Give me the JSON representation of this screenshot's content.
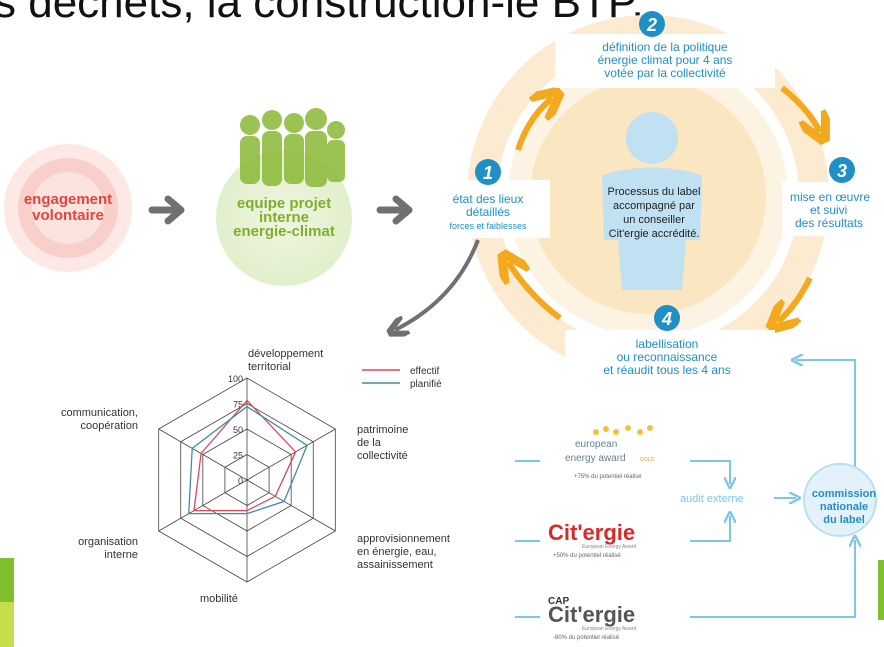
{
  "slide_title": "s déchets, la construction-le BTP.",
  "engagement": {
    "line1": "engagement",
    "line2": "volontaire"
  },
  "equipe": {
    "line1": "equipe projet",
    "line2": "interne",
    "line3": "energie-climat"
  },
  "center_text": [
    "Processus du label",
    "accompagné par",
    "un conseiller",
    "Cit'ergie accrédité."
  ],
  "steps": [
    {
      "num": "1",
      "lines": [
        "état des lieux",
        "détaillés",
        "forces et faiblesses"
      ]
    },
    {
      "num": "2",
      "lines": [
        "définition de la politique",
        "énergie climat pour 4 ans",
        "votée par la collectivité"
      ]
    },
    {
      "num": "3",
      "lines": [
        "mise en œuvre",
        "et suivi",
        "des résultats"
      ]
    },
    {
      "num": "4",
      "lines": [
        "labellisation",
        "ou reconnaissance",
        "et réaudit tous les 4 ans"
      ]
    }
  ],
  "radar": {
    "axes": [
      "développement territorial",
      "patrimoine de la collectivité",
      "approvisionnement en énergie, eau, assainissement",
      "mobilité",
      "organisation interne",
      "communication, coopération"
    ],
    "axis_label_lines": [
      [
        "développement",
        "territorial"
      ],
      [
        "patrimoine",
        "de la",
        "collectivité"
      ],
      [
        "approvisionnement",
        "en énergie, eau,",
        "assainissement"
      ],
      [
        "mobilité"
      ],
      [
        "organisation",
        "interne"
      ],
      [
        "communication,",
        "coopération"
      ]
    ],
    "ticks": [
      "100",
      "75",
      "50",
      "25",
      "0"
    ],
    "max": 100,
    "legend": {
      "effectif": "effectif",
      "planifie": "planifié"
    },
    "series": [
      {
        "name": "effectif",
        "color": "#d9475f",
        "values": [
          78,
          55,
          32,
          30,
          60,
          52
        ]
      },
      {
        "name": "planifié",
        "color": "#3f8fa0",
        "values": [
          72,
          68,
          42,
          33,
          66,
          62
        ]
      }
    ]
  },
  "awards": {
    "eea": {
      "line1": "european",
      "line2": "energy award",
      "gold": "GOLD",
      "pct": "+75% du potentiel réalisé"
    },
    "cit": {
      "brand": "Cit'ergie",
      "sub": "European Energy Award",
      "pct": "+50% du potentiel réalisé"
    },
    "cap": {
      "prefix": "CAP",
      "brand": "Cit'ergie",
      "sub": "European Energy Award",
      "pct": "-60% du potentiel réalisé"
    }
  },
  "audit": "audit externe",
  "commission": [
    "commission",
    "nationale",
    "du label"
  ],
  "colors": {
    "orange": "#f4a81d",
    "ring": "#fbe6c2",
    "blue": "#1f8fc6",
    "green": "#8ab936",
    "red": "#e2453f",
    "grey": "#707070",
    "teal_lines": "#7ec6e4"
  }
}
